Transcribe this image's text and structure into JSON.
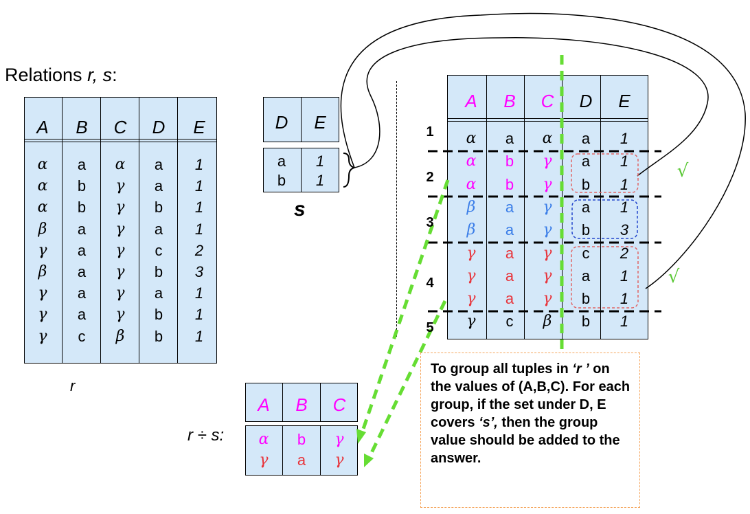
{
  "title": {
    "prefix": "Relations ",
    "italic": "r, s",
    "suffix": ":"
  },
  "r": {
    "label": "r",
    "headers": [
      "A",
      "B",
      "C",
      "D",
      "E"
    ],
    "rows": [
      [
        "α",
        "a",
        "α",
        "a",
        "1"
      ],
      [
        "α",
        "b",
        "γ",
        "a",
        "1"
      ],
      [
        "α",
        "b",
        "γ",
        "b",
        "1"
      ],
      [
        "β",
        "a",
        "γ",
        "a",
        "1"
      ],
      [
        "γ",
        "a",
        "γ",
        "c",
        "2"
      ],
      [
        "β",
        "a",
        "γ",
        "b",
        "3"
      ],
      [
        "γ",
        "a",
        "γ",
        "a",
        "1"
      ],
      [
        "γ",
        "a",
        "γ",
        "b",
        "1"
      ],
      [
        "γ",
        "c",
        "β",
        "b",
        "1"
      ]
    ]
  },
  "s": {
    "label": "s",
    "headers": [
      "D",
      "E"
    ],
    "rows": [
      [
        "a",
        "1"
      ],
      [
        "b",
        "1"
      ]
    ]
  },
  "grouped": {
    "headers": [
      "A",
      "B",
      "C",
      "D",
      "E"
    ],
    "header_colors": [
      "#ff00ff",
      "#ff00ff",
      "#ff00ff",
      "#000000",
      "#000000"
    ],
    "rows": [
      {
        "cells": [
          "α",
          "a",
          "α",
          "a",
          "1"
        ],
        "color": "#000000"
      },
      {
        "cells": [
          "α",
          "b",
          "γ",
          "a",
          "1"
        ],
        "color": "#ff00ff"
      },
      {
        "cells": [
          "α",
          "b",
          "γ",
          "b",
          "1"
        ],
        "color": "#ff00ff"
      },
      {
        "cells": [
          "β",
          "a",
          "γ",
          "a",
          "1"
        ],
        "color": "#3a7de8"
      },
      {
        "cells": [
          "β",
          "a",
          "γ",
          "b",
          "3"
        ],
        "color": "#3a7de8"
      },
      {
        "cells": [
          "γ",
          "a",
          "γ",
          "c",
          "2"
        ],
        "color": "#e8333a"
      },
      {
        "cells": [
          "γ",
          "a",
          "γ",
          "a",
          "1"
        ],
        "color": "#e8333a"
      },
      {
        "cells": [
          "γ",
          "a",
          "γ",
          "b",
          "1"
        ],
        "color": "#e8333a"
      },
      {
        "cells": [
          "γ",
          "c",
          "β",
          "b",
          "1"
        ],
        "color": "#000000"
      }
    ],
    "group_numbers": [
      "1",
      "2",
      "3",
      "4",
      "5"
    ],
    "checkmarks": [
      "√",
      "√"
    ]
  },
  "result": {
    "label": "r ÷ s:",
    "headers": [
      "A",
      "B",
      "C"
    ],
    "header_color": "#ff00ff",
    "rows": [
      {
        "cells": [
          "α",
          "b",
          "γ"
        ],
        "color": "#ff00ff"
      },
      {
        "cells": [
          "γ",
          "a",
          "γ"
        ],
        "color": "#e8333a"
      }
    ]
  },
  "note": {
    "parts": [
      "To group all tuples in ",
      "‘r ’",
      " on the values of (A,B,C). For each group, if the set under D, E covers ",
      "‘s’,",
      " then the group value should be added to the answer."
    ]
  },
  "colors": {
    "table_fill": "#d4e8f9",
    "green_dash": "#66dd33",
    "red_box": "#e06666",
    "blue_box": "#2244cc",
    "note_border": "#f5a45a",
    "check": "#5ac835"
  }
}
